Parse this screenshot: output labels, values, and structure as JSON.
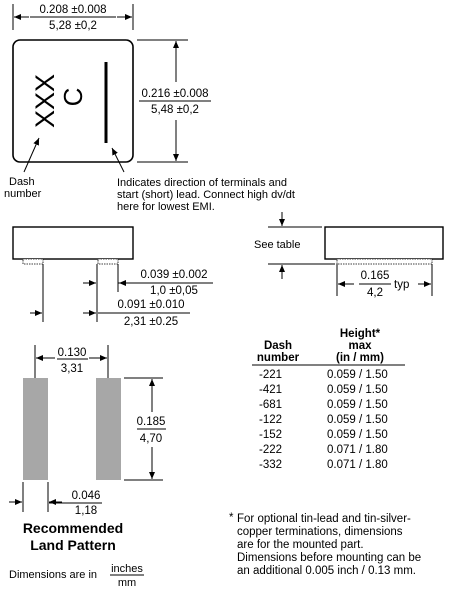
{
  "top_view": {
    "width_dim": {
      "inch": "0.208 ±0.008",
      "mm": "5,28 ±0,2"
    },
    "height_dim": {
      "inch": "0.216 ±0.008",
      "mm": "5,48 ±0,2"
    },
    "marking_text": "XXX",
    "marking_symbol": "C",
    "dash_label_line1": "Dash",
    "dash_label_line2": "number",
    "lead_note_line1": "Indicates direction of terminals and",
    "lead_note_line2": "start (short) lead. Connect high dv/dt",
    "lead_note_line3": "here for lowest EMI."
  },
  "side_view": {
    "terminal_dim": {
      "inch": "0.039 ±0.002",
      "mm": "1,0 ±0,05"
    },
    "spacing_dim": {
      "inch": "0.091 ±0.010",
      "mm": "2,31 ±0.25"
    }
  },
  "end_view": {
    "height_label": "See table",
    "pad_dim": {
      "inch": "0.165",
      "mm": "4,2",
      "suffix": "typ"
    }
  },
  "land_pattern": {
    "spacing_dim": {
      "inch": "0.130",
      "mm": "3,31"
    },
    "length_dim": {
      "inch": "0.185",
      "mm": "4,70"
    },
    "width_dim": {
      "inch": "0.046",
      "mm": "1,18"
    },
    "title_line1": "Recommended",
    "title_line2": "Land Pattern",
    "units_prefix": "Dimensions are in",
    "units_num": "inches",
    "units_den": "mm"
  },
  "table": {
    "col1_line1": "Dash",
    "col1_line2": "number",
    "col2_line1": "Height*",
    "col2_line2": "max",
    "col2_line3": "(in / mm)",
    "rows": [
      {
        "dash": "-221",
        "height": "0.059 / 1.50"
      },
      {
        "dash": "-421",
        "height": "0.059 / 1.50"
      },
      {
        "dash": "-681",
        "height": "0.059 / 1.50"
      },
      {
        "dash": "-122",
        "height": "0.059 / 1.50"
      },
      {
        "dash": "-152",
        "height": "0.059 / 1.50"
      },
      {
        "dash": "-222",
        "height": "0.071 / 1.80"
      },
      {
        "dash": "-332",
        "height": "0.071 / 1.80"
      }
    ]
  },
  "footnote": {
    "star": "*",
    "line1": "For optional tin-lead and tin-silver-",
    "line2": "copper terminations, dimensions",
    "line3": "are for the mounted part.",
    "line4": "Dimensions before mounting can be",
    "line5": "an additional 0.005 inch / 0.13 mm."
  }
}
